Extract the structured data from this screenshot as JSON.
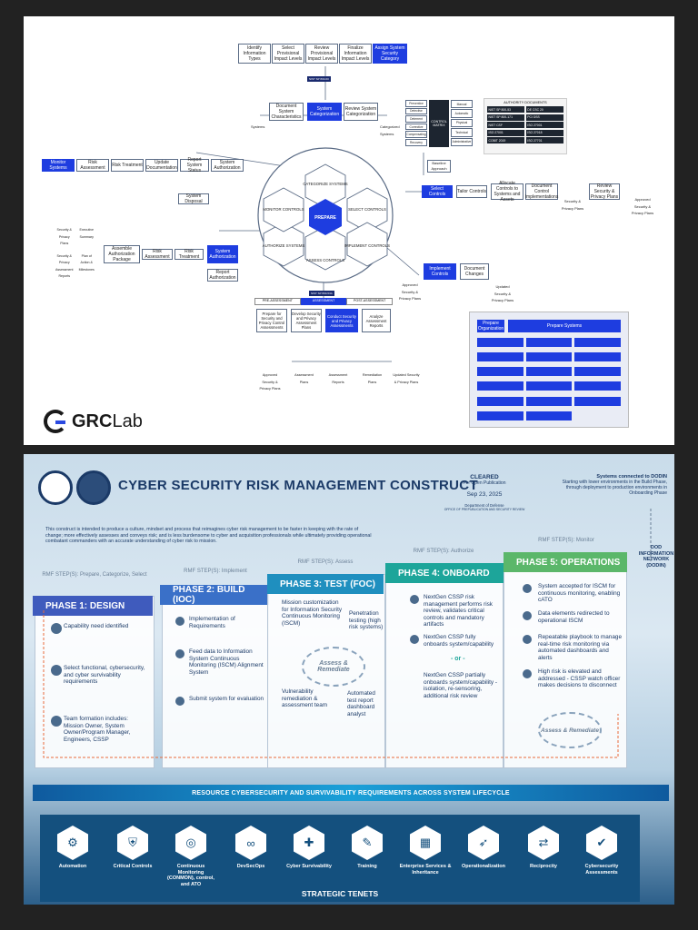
{
  "top": {
    "chain": [
      "Identify Information Types",
      "Select Provisional Impact Levels",
      "Review Provisional Impact Levels",
      "Finalize Information Impact Levels",
      "Assign System Security Category"
    ],
    "nist_60": "NIST SP 800-60",
    "nist_53a": "NIST SP 800-53A",
    "categorize": [
      "Document System Characteristics",
      "System Categorization",
      "Review System Categorization"
    ],
    "systems": "Systems",
    "cat_systems": "Categorized Systems",
    "monitor_row": [
      "Monitor Systems",
      "Risk Assessment",
      "Risk Treatment",
      "Update Documentation",
      "Report System Status",
      "System Authorization"
    ],
    "system_disposal": "System Disposal",
    "wheel": {
      "center": "PREPARE",
      "segments": [
        "CATEGORIZE SYSTEMS",
        "SELECT CONTROLS",
        "IMPLEMENT CONTROLS",
        "ASSESS CONTROLS",
        "AUTHORIZE SYSTEMS",
        "MONITOR CONTROLS"
      ]
    },
    "select_row": [
      "Select Controls",
      "Tailor Controls",
      "Allocate Controls to Systems and Assets",
      "Document Control Implementations",
      "Review Security & Privacy Plans"
    ],
    "baseline": "Baseline Approach",
    "sp_plans": "Security & Privacy Plans",
    "approved_plans": "Approved Security & Privacy Plans",
    "authorize_row": [
      "Assemble Authorization Package",
      "Risk Assessment",
      "Risk Treatment",
      "System Authorization"
    ],
    "report_auth": "Report Authorization",
    "auth_docs": [
      "Security & Privacy Plans",
      "Executive Summary",
      "Security & Privacy Assessment Reports",
      "Plan of Action & Milestones"
    ],
    "implement": [
      "Implement Controls",
      "Document Changes"
    ],
    "updated_plans": "Updated Security & Privacy Plans",
    "assess_tabs": [
      "PRE-ASSESSMENT",
      "ASSESSMENT",
      "POST-ASSESSMENT"
    ],
    "assess_row": [
      "Prepare for Security and Privacy Control Assessments",
      "Develop Security and Privacy Assessment Plans",
      "Conduct Security and Privacy Assessments",
      "Analyze Assessment Reports"
    ],
    "assess_outputs": [
      "Approved Security & Privacy Plans",
      "Assessment Plans",
      "Assessment Reports",
      "Remediation Plans",
      "Updated Security & Privacy Plans"
    ],
    "prepare_panel": [
      "Prepare Organization",
      "Prepare Systems"
    ],
    "control_matrix": "CONTROL MATRIX",
    "matrix_left": [
      "Preventive",
      "Detective",
      "Deterrent",
      "Corrective",
      "Compensating",
      "Recovery"
    ],
    "matrix_right": [
      "Manual",
      "Automatic",
      "Physical",
      "Technical",
      "Administrative"
    ],
    "authority_title": "AUTHORITY DOCUMENTS",
    "authority": [
      "NIST SP 800-53",
      "DE CSC 20",
      "NIST SP 800-171",
      "PCI DSS",
      "NIST CSF",
      "ISO 27001",
      "ISO 27001",
      "ISO 27018",
      "COBIT 2019",
      "ISO 27701"
    ],
    "brand": "GRC",
    "brand_suffix": "Lab"
  },
  "bottom": {
    "title": "CYBER SECURITY RISK MANAGEMENT CONSTRUCT",
    "cleared": "CLEARED",
    "cleared_sub": "For Open Publication",
    "cleared_date": "Sep 23, 2025",
    "cleared_dept": "Department of Defense",
    "cleared_office": "OFFICE OF PREPUBLICATION AND SECURITY REVIEW",
    "dodin_title": "Systems connected to DODIN",
    "dodin_text": "Starting with lower environments in the Build Phase, through deployment to production environments in Onboarding Phase",
    "dodin_net": "DOD INFORMATION NETWORK (DODIN)",
    "intro": "This construct is intended to produce a culture, mindset and process that reimagines cyber risk management to be faster in keeping with the rate of change; more effectively assesses and conveys risk; and is less burdensome to cyber and acquisition professionals while ultimately providing operational combatant commanders with an accurate understanding of cyber risk to mission.",
    "phases": [
      {
        "rmf": "RMF STEP(S): Prepare, Categorize, Select",
        "title": "PHASE 1: DESIGN",
        "color": "#3f5bbd",
        "steps": [
          "Capability need identified",
          "Select functional, cybersecurity, and cyber survivability requirements",
          "Team formation includes: Mission Owner, System Owner/Program Manager, Engineers, CSSP"
        ]
      },
      {
        "rmf": "RMF STEP(S): Implement",
        "title": "PHASE 2: BUILD (IOC)",
        "color": "#3a70c8",
        "steps": [
          "Implementation of Requirements",
          "Feed data to Information System Continuous Monitoring (ISCM) Alignment System",
          "Submit system for evaluation"
        ]
      },
      {
        "rmf": "RMF STEP(S): Assess",
        "title": "PHASE 3: TEST (FOC)",
        "color": "#1f8fbf",
        "steps": [
          "Mission customization for Information Security Continuous Monitoring (ISCM)",
          "Penetration testing (high risk systems)",
          "Vulnerability remediation & assessment team",
          "Automated test report dashboard analyst"
        ]
      },
      {
        "rmf": "RMF STEP(S): Authorize",
        "title": "PHASE 4: ONBOARD",
        "color": "#1da59a",
        "steps": [
          "NextGen CSSP risk management performs risk review, validates critical controls and mandatory artifacts",
          "NextGen CSSP fully onboards system/capability",
          "NextGen CSSP partially onboards system/capability - isolation, re-sensoring, additional risk review"
        ]
      },
      {
        "rmf": "RMF STEP(S): Monitor",
        "title": "PHASE 5: OPERATIONS",
        "color": "#5bb76a",
        "steps": [
          "System accepted for ISCM for continuous monitoring, enabling cATO",
          "Data elements redirected to operational ISCM",
          "Repeatable playbook to manage real-time risk monitoring via automated dashboards and alerts",
          "High risk is elevated and addressed - CSSP watch officer makes decisions to disconnect"
        ]
      }
    ],
    "or": "- or -",
    "assess_remediate": "Assess & Remediate",
    "band": "RESOURCE CYBERSECURITY AND SURVIVABILITY REQUIREMENTS ACROSS SYSTEM LIFECYCLE",
    "tenets": [
      "Automation",
      "Critical Controls",
      "Continuous Monitoring (CONMON), control, and ATO",
      "DevSecOps",
      "Cyber Survivability",
      "Training",
      "Enterprise Services & Inheritance",
      "Operationalization",
      "Reciprocity",
      "Cybersecurity Assessments"
    ],
    "strategic": "STRATEGIC TENETS"
  }
}
